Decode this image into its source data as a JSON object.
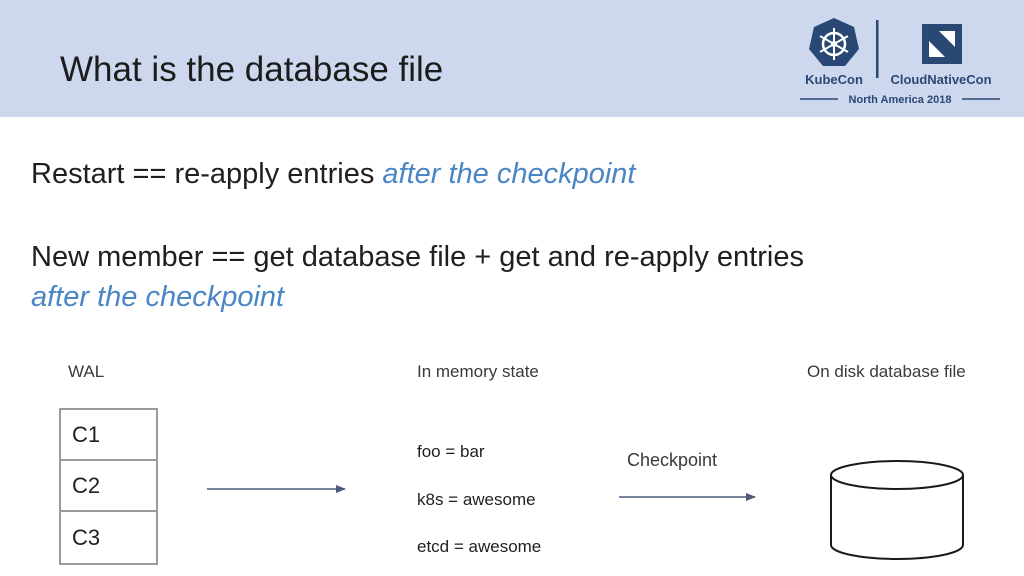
{
  "slide": {
    "title": "What is the database file",
    "line1": {
      "text": "Restart == re-apply entries ",
      "emphasis": "after the checkpoint"
    },
    "line2": {
      "text": "New member == get database file + get and re-apply entries"
    },
    "line3": {
      "emphasis": "after the checkpoint"
    },
    "accent_color": "#4a86c5"
  },
  "logo": {
    "left_name": "KubeCon",
    "right_name": "CloudNativeCon",
    "event": "North America 2018",
    "left_icon": "kubernetes-wheel-icon",
    "right_icon": "cncf-icon",
    "color": "#2a4874"
  },
  "diagram": {
    "wal_label": "WAL",
    "wal_entries": [
      "C1",
      "C2",
      "C3"
    ],
    "memory_label": "In memory state",
    "memory_entries": [
      "foo = bar",
      "k8s = awesome",
      "etcd = awesome"
    ],
    "checkpoint_label": "Checkpoint",
    "disk_label": "On disk database file",
    "disk_icon": "database-cylinder-icon",
    "arrow_color": "#4a5a78"
  }
}
